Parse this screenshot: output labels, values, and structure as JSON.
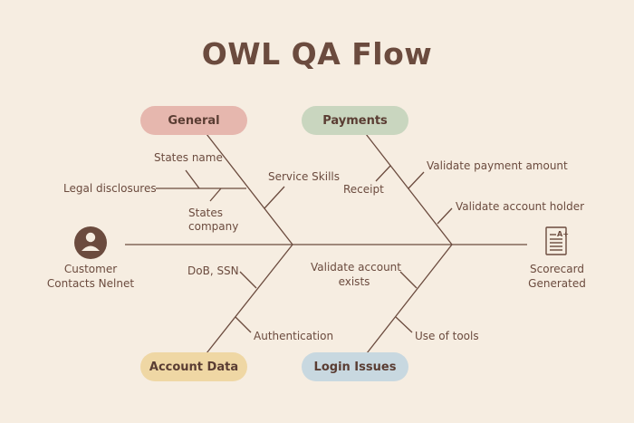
{
  "title": "OWL QA Flow",
  "colors": {
    "background": "#f6ede1",
    "line": "#6b4b3e",
    "general": "#e6b7ae",
    "payments": "#c9d6bf",
    "account_data": "#efd7a4",
    "login_issues": "#c8d8e0"
  },
  "categories": {
    "general": "General",
    "payments": "Payments",
    "account_data": "Account Data",
    "login_issues": "Login Issues"
  },
  "causes": {
    "states_name": "States name",
    "legal_disclosures": "Legal disclosures",
    "states_company_1": "States",
    "states_company_2": "company",
    "service_skills": "Service Skills",
    "receipt": "Receipt",
    "validate_payment_amount": "Validate payment amount",
    "validate_account_holder": "Validate account holder",
    "dob_ssn": "DoB, SSN",
    "authentication": "Authentication",
    "validate_account_exists_1": "Validate account",
    "validate_account_exists_2": "exists",
    "use_of_tools": "Use of tools"
  },
  "start": {
    "icon": "user-icon",
    "line1": "Customer",
    "line2": "Contacts Nelnet"
  },
  "end": {
    "icon": "scorecard-icon",
    "line1": "Scorecard",
    "line2": "Generated"
  }
}
